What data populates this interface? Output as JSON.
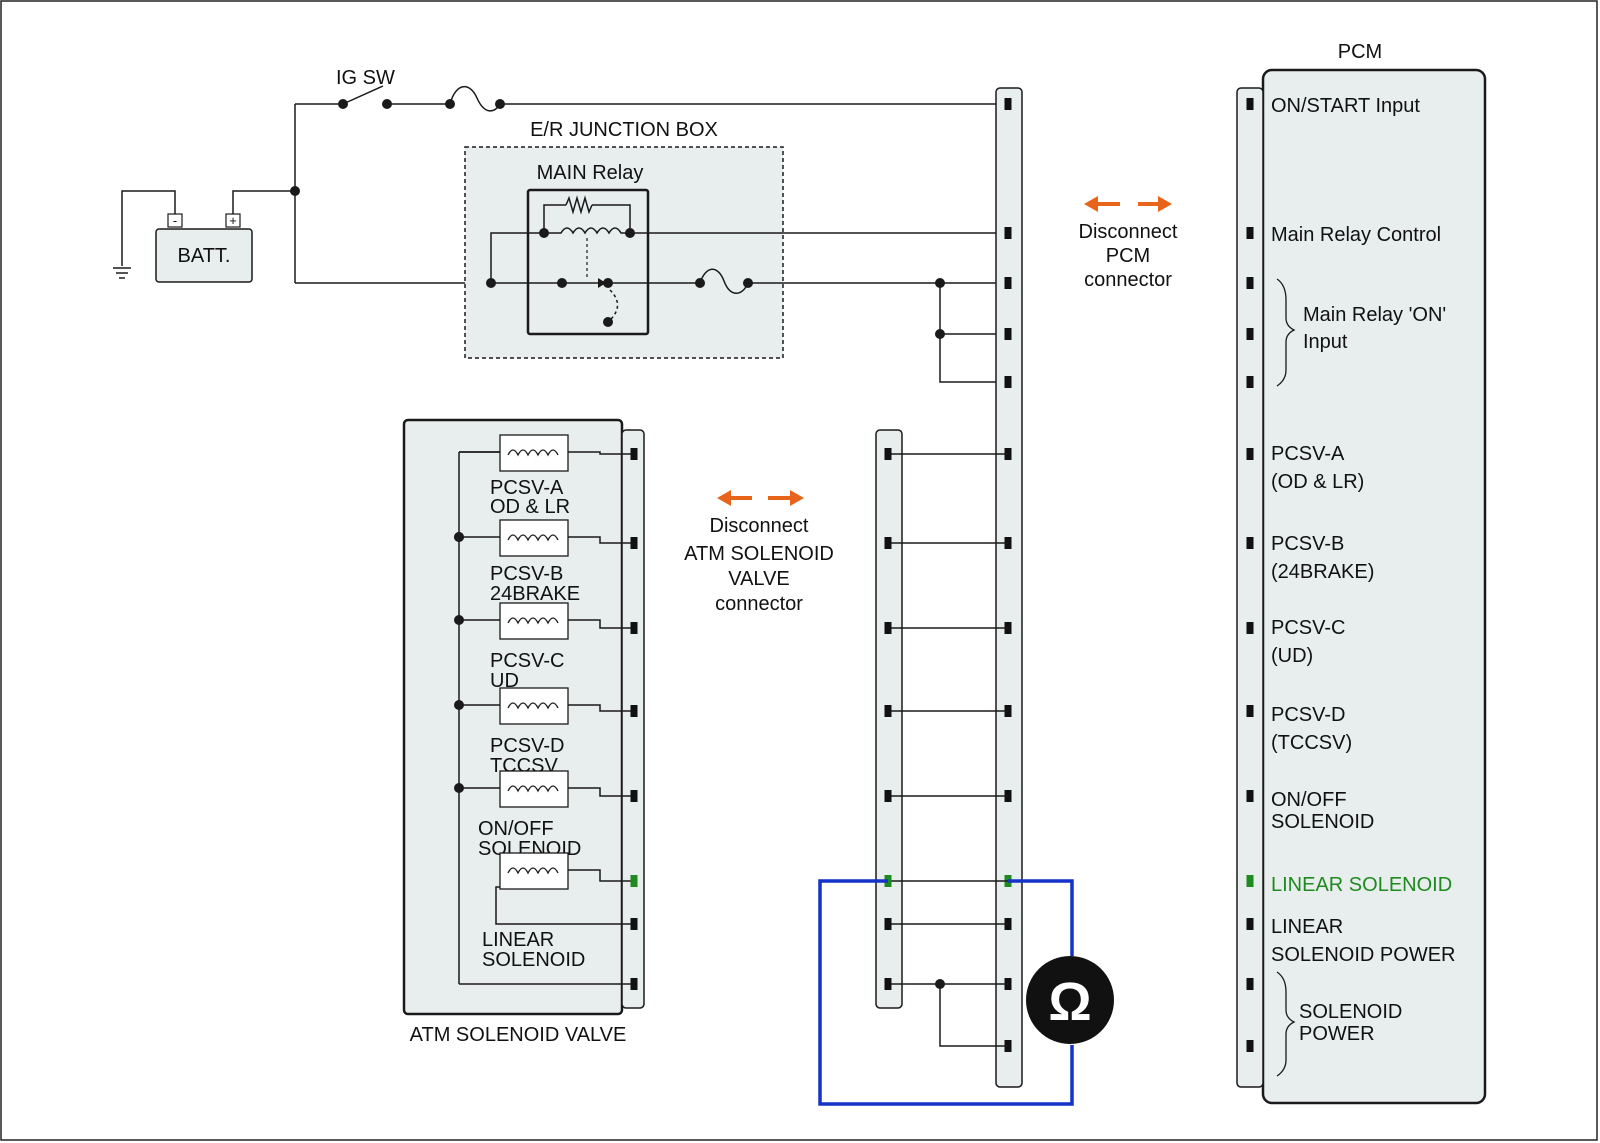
{
  "colors": {
    "wire": "#1a1a1a",
    "panel_fill": "#e8eded",
    "pin": "#111111",
    "highlight": "#1f8a1f",
    "arrow": "#e8641b",
    "meter_wire": "#1432c8"
  },
  "labels": {
    "ig_sw": "IG SW",
    "junction_box": "E/R JUNCTION BOX",
    "main_relay": "MAIN Relay",
    "battery": "BATT.",
    "battery_minus": "-",
    "battery_plus": "+",
    "pcm_title": "PCM",
    "atm_title": "ATM SOLENOID VALVE",
    "disconnect_pcm": [
      "Disconnect",
      "PCM",
      "connector"
    ],
    "disconnect_atm": [
      "Disconnect",
      "ATM SOLENOID",
      "VALVE",
      "connector"
    ],
    "ohm_symbol": "Ω"
  },
  "pcm_pins": [
    {
      "id": "on-start-input",
      "lines": [
        "ON/START Input"
      ],
      "highlight": false
    },
    {
      "id": "main-relay-control",
      "lines": [
        "Main Relay Control"
      ],
      "highlight": false
    },
    {
      "id": "main-relay-on-input",
      "lines": [
        "Main Relay 'ON'",
        "Input"
      ],
      "highlight": false
    },
    {
      "id": "pcsv-a",
      "lines": [
        "PCSV-A",
        "(OD & LR)"
      ],
      "highlight": false
    },
    {
      "id": "pcsv-b",
      "lines": [
        "PCSV-B",
        "(24BRAKE)"
      ],
      "highlight": false
    },
    {
      "id": "pcsv-c",
      "lines": [
        "PCSV-C",
        "(UD)"
      ],
      "highlight": false
    },
    {
      "id": "pcsv-d",
      "lines": [
        "PCSV-D",
        "(TCCSV)"
      ],
      "highlight": false
    },
    {
      "id": "on-off-solenoid",
      "lines": [
        "ON/OFF",
        "SOLENOID"
      ],
      "highlight": false
    },
    {
      "id": "linear-solenoid",
      "lines": [
        "LINEAR SOLENOID"
      ],
      "highlight": true
    },
    {
      "id": "linear-solenoid-power",
      "lines": [
        "LINEAR",
        "SOLENOID POWER"
      ],
      "highlight": false
    },
    {
      "id": "solenoid-power",
      "lines": [
        "SOLENOID",
        "POWER"
      ],
      "highlight": false
    }
  ],
  "atm_solenoids": [
    {
      "id": "pcsv-a",
      "lines": [
        "PCSV-A",
        "OD & LR"
      ]
    },
    {
      "id": "pcsv-b",
      "lines": [
        "PCSV-B",
        "24BRAKE"
      ]
    },
    {
      "id": "pcsv-c",
      "lines": [
        "PCSV-C",
        "UD"
      ]
    },
    {
      "id": "pcsv-d",
      "lines": [
        "PCSV-D",
        "TCCSV"
      ]
    },
    {
      "id": "on-off-solenoid",
      "lines": [
        "ON/OFF",
        "SOLENOID"
      ]
    },
    {
      "id": "linear-solenoid",
      "lines": [
        "LINEAR",
        "SOLENOID"
      ]
    }
  ]
}
